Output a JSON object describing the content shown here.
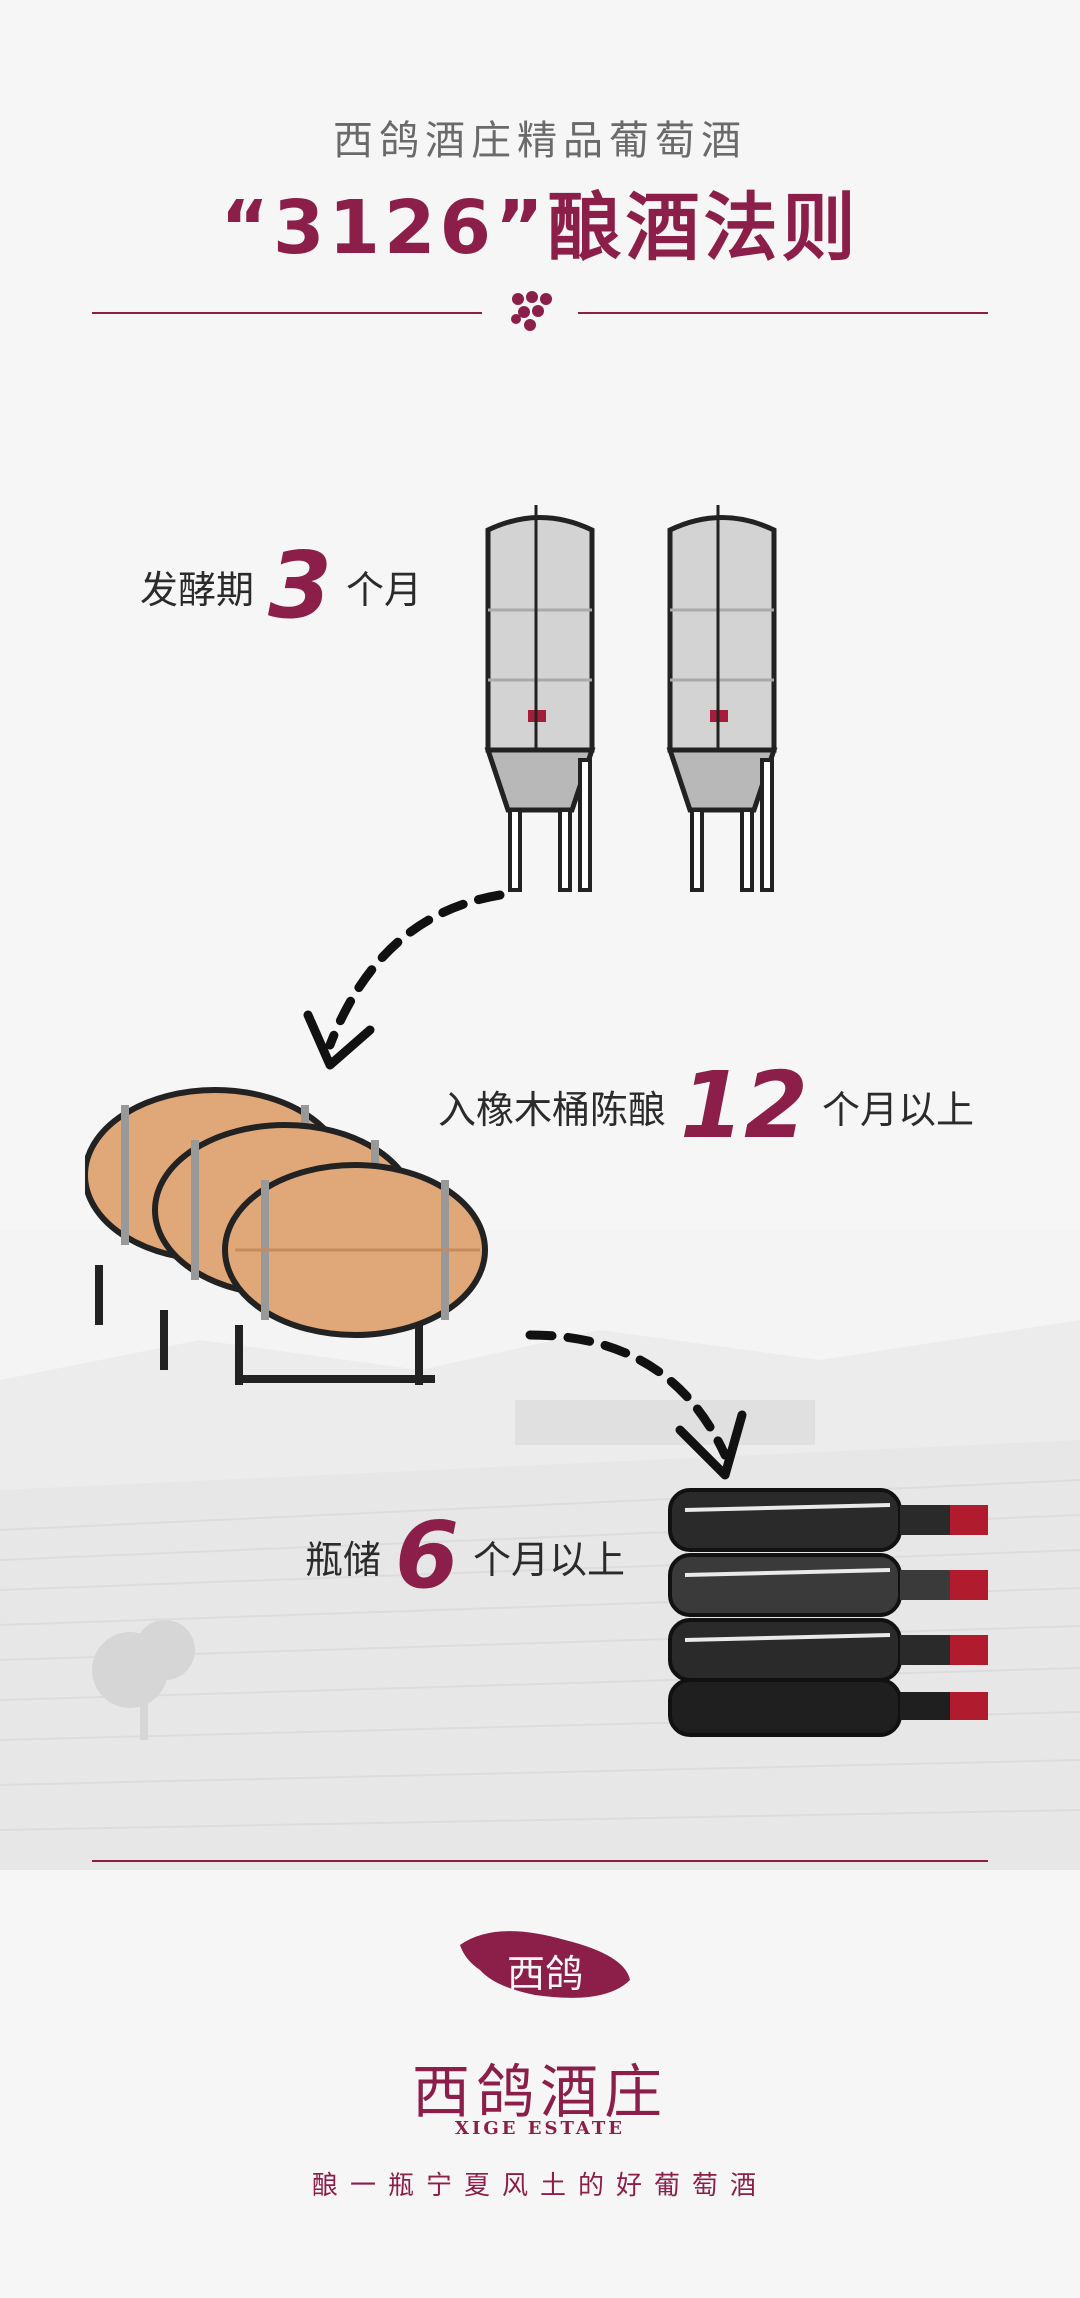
{
  "header": {
    "subtitle": "西鸽酒庄精品葡萄酒",
    "title": "“3126”酿酒法则"
  },
  "steps": [
    {
      "prefix": "发酵期",
      "number": "3",
      "suffix": "个月"
    },
    {
      "prefix": "入橡木桶陈酿",
      "number": "12",
      "suffix": "个月以上"
    },
    {
      "prefix": "瓶储",
      "number": "6",
      "suffix": "个月以上"
    }
  ],
  "footer": {
    "logo_mark_text": "西鸽",
    "logo_cn": "西鸽酒庄",
    "logo_en": "XIGE ESTATE",
    "slogan": "酿一瓶宁夏风土的好葡萄酒"
  },
  "colors": {
    "accent": "#8b1f49",
    "text": "#2b2b2b",
    "muted": "#6a6a6a"
  }
}
